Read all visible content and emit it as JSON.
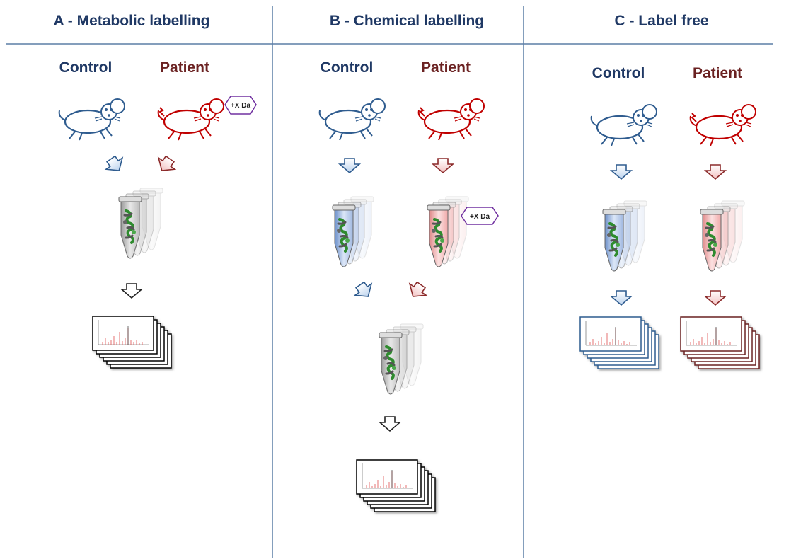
{
  "panels": [
    {
      "title": "A - Metabolic labelling",
      "control_label": "Control",
      "patient_label": "Patient",
      "mass_tag": "+X Da"
    },
    {
      "title": "B - Chemical labelling",
      "control_label": "Control",
      "patient_label": "Patient",
      "mass_tag": "+X Da"
    },
    {
      "title": "C - Label free",
      "control_label": "Control",
      "patient_label": "Patient"
    }
  ],
  "colors": {
    "control": "#2f5c8f",
    "patient": "#c00000",
    "heading": "#1f3864",
    "patient_text": "#6b2222",
    "divider": "#5b7fa6",
    "tag": "#7030a0"
  },
  "icons": [
    "mouse-icon",
    "arrow-icon",
    "tube-icon",
    "spectrum-stack-icon"
  ]
}
